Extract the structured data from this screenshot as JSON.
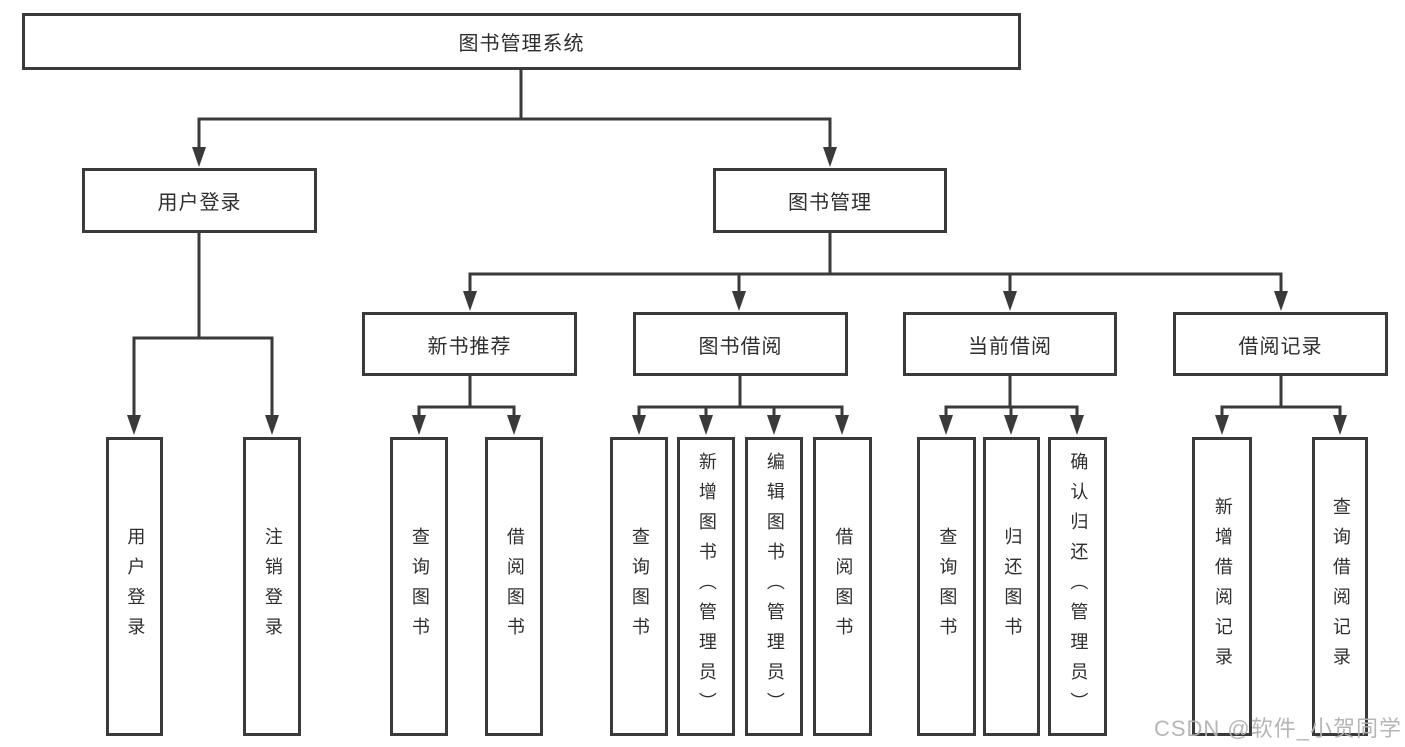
{
  "nodes": {
    "root": "图书管理系统",
    "user_login": "用户登录",
    "book_mgmt": "图书管理",
    "new_book_rec": "新书推荐",
    "book_borrow": "图书借阅",
    "current_borrow": "当前借阅",
    "borrow_records": "借阅记录",
    "ul_user_login": "用户登录",
    "ul_logout": "注销登录",
    "nb_query_books": "查询图书",
    "nb_borrow_books": "借阅图书",
    "bb_query_books": "查询图书",
    "bb_add_books": "新增图书（管理员）",
    "bb_edit_books": "编辑图书（管理员）",
    "bb_borrow_books": "借阅图书",
    "cb_query_books": "查询图书",
    "cb_return_books": "归还图书",
    "cb_confirm_return": "确认归还（管理员）",
    "br_add_record": "新增借阅记录",
    "br_query_record": "查询借阅记录"
  },
  "watermark": "CSDN @软件_小贺同学",
  "colors": {
    "line": "#3a3a3a",
    "box_border": "#3a3a3a",
    "box_fill": "#ffffff",
    "text": "#2e2e2e",
    "watermark": "#b2b2b2",
    "background": "#ffffff"
  }
}
